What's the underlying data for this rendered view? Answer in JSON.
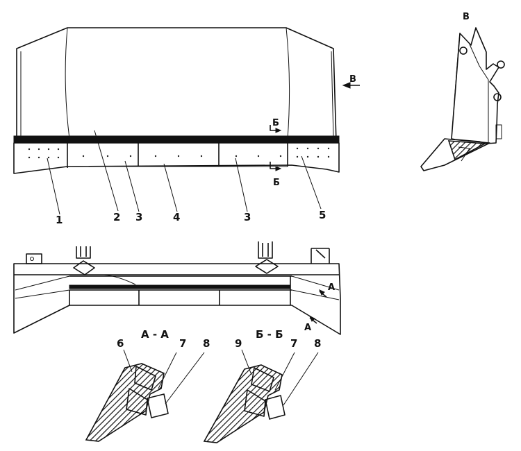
{
  "labels": {
    "view_top": "В",
    "arrow_v": "В",
    "cut_b_top": "Б",
    "cut_b_bottom": "Б",
    "part_1": "1",
    "part_2": "2",
    "part_3a": "3",
    "part_4": "4",
    "part_3b": "3",
    "part_5": "5",
    "cut_a_upper": "А",
    "cut_a_lower": "А",
    "section_aa": "А - А",
    "section_bb": "Б - Б",
    "aa_6": "6",
    "aa_7": "7",
    "aa_8": "8",
    "bb_9": "9",
    "bb_7": "7",
    "bb_8": "8"
  }
}
